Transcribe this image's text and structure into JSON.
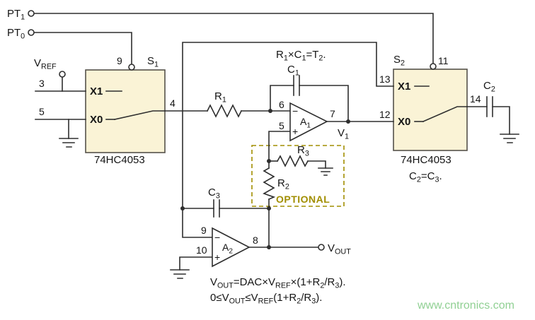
{
  "labels": {
    "pt1": "PT_1_",
    "pt0": "PT_0_",
    "vref": "V_REF_",
    "vout": "V_OUT_",
    "v1": "V_1_",
    "s1": "S_1_",
    "s2": "S_2_",
    "a1": "A_1_",
    "a2": "A_2_",
    "x1": "X1",
    "x0": "X0",
    "part": "74HC4053",
    "r1": "R_1_",
    "r2": "R_2_",
    "r3": "R_3_",
    "c1": "C_1_",
    "c2": "C_2_",
    "c3": "C_3_",
    "pin3": "3",
    "pin4": "4",
    "pin5": "5",
    "pin6": "6",
    "pin7": "7",
    "pin8": "8",
    "pin9": "9",
    "pin10": "10",
    "pin11": "11",
    "pin12": "12",
    "pin13": "13",
    "pin14": "14",
    "opamp_minus": "−",
    "opamp_plus": "+",
    "optional": "OPTIONAL"
  },
  "equations": {
    "rc": "R_1_×C_1_=T_2_.",
    "cc": "C_2_=C_3_.",
    "line1": "V_OUT_=DAC×V_REF_×(1+R_2_/R_3_).",
    "line2": "0≤V_OUT_≤V_REF_(1+R_2_/R_3_)."
  },
  "watermark": "www.cntronics.com",
  "colors": {
    "chip_fill": "#FAF3D6",
    "chip_stroke": "#55524a",
    "wire": "#2e2e2e",
    "optional": "#A18E00",
    "watermark": "#90D093",
    "text": "#141414"
  }
}
